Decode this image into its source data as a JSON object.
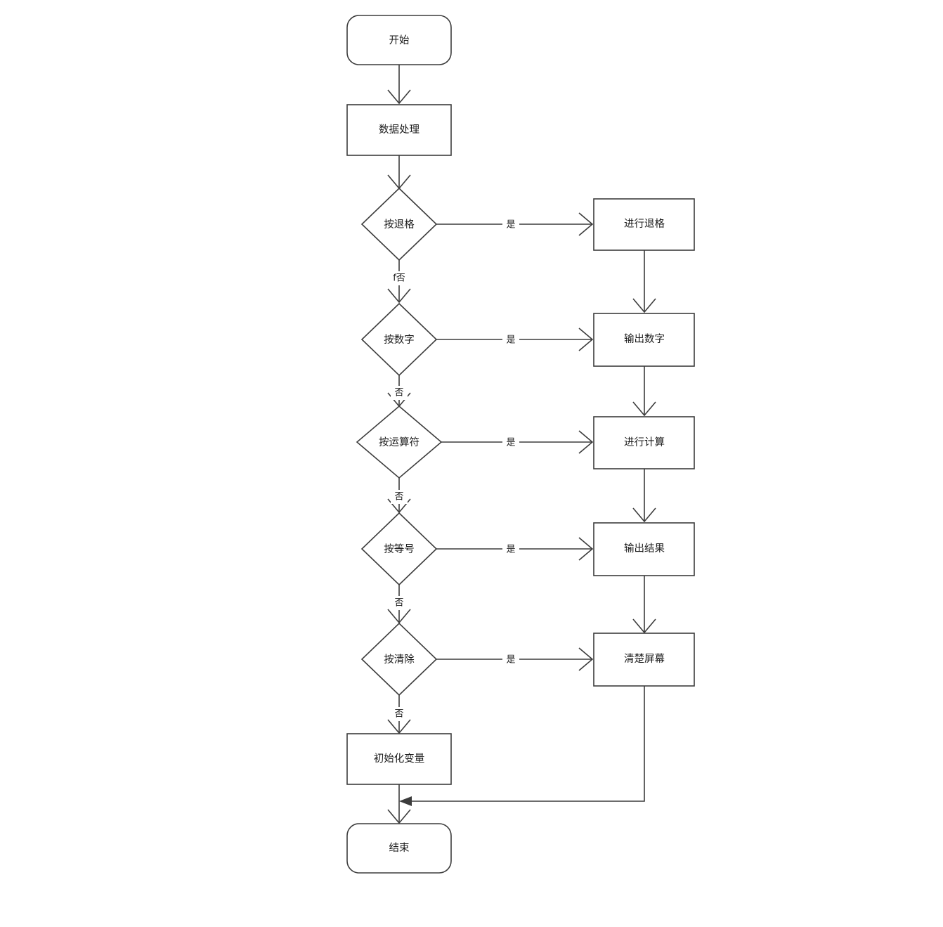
{
  "diagram": {
    "type": "flowchart",
    "title": "",
    "orientation": "top-to-bottom",
    "colors": {
      "stroke": "#3c3c3c",
      "fill": "#ffffff",
      "text": "#1a1a1a",
      "background": "#ffffff"
    },
    "nodes": [
      {
        "id": "start",
        "label": "开始",
        "shape": "rounded-rectangle"
      },
      {
        "id": "process",
        "label": "数据处理",
        "shape": "rectangle"
      },
      {
        "id": "dec1",
        "label": "按退格",
        "shape": "diamond"
      },
      {
        "id": "dec2",
        "label": "按数字",
        "shape": "diamond"
      },
      {
        "id": "dec3",
        "label": "按运算符",
        "shape": "diamond"
      },
      {
        "id": "dec4",
        "label": "按等号",
        "shape": "diamond"
      },
      {
        "id": "dec5",
        "label": "按清除",
        "shape": "diamond"
      },
      {
        "id": "act1",
        "label": "进行退格",
        "shape": "rectangle"
      },
      {
        "id": "act2",
        "label": "输出数字",
        "shape": "rectangle"
      },
      {
        "id": "act3",
        "label": "进行计算",
        "shape": "rectangle"
      },
      {
        "id": "act4",
        "label": "输出结果",
        "shape": "rectangle"
      },
      {
        "id": "act5",
        "label": "清楚屏幕",
        "shape": "rectangle"
      },
      {
        "id": "init",
        "label": "初始化变量",
        "shape": "rectangle"
      },
      {
        "id": "end",
        "label": "结束",
        "shape": "rounded-rectangle"
      }
    ],
    "edge_labels": {
      "yes": "是",
      "no": "否",
      "no_first": "f否"
    },
    "edges": [
      {
        "from": "start",
        "to": "process",
        "label": ""
      },
      {
        "from": "process",
        "to": "dec1",
        "label": ""
      },
      {
        "from": "dec1",
        "to": "act1",
        "label": "是"
      },
      {
        "from": "dec1",
        "to": "dec2",
        "label": "f否"
      },
      {
        "from": "dec2",
        "to": "act2",
        "label": "是"
      },
      {
        "from": "dec2",
        "to": "dec3",
        "label": "否"
      },
      {
        "from": "dec3",
        "to": "act3",
        "label": "是"
      },
      {
        "from": "dec3",
        "to": "dec4",
        "label": "否"
      },
      {
        "from": "dec4",
        "to": "act4",
        "label": "是"
      },
      {
        "from": "dec4",
        "to": "dec5",
        "label": "否"
      },
      {
        "from": "dec5",
        "to": "act5",
        "label": "是"
      },
      {
        "from": "dec5",
        "to": "init",
        "label": "否"
      },
      {
        "from": "act1",
        "to": "act2",
        "label": ""
      },
      {
        "from": "act2",
        "to": "act3",
        "label": ""
      },
      {
        "from": "act3",
        "to": "act4",
        "label": ""
      },
      {
        "from": "act4",
        "to": "act5",
        "label": ""
      },
      {
        "from": "init",
        "to": "end",
        "label": ""
      },
      {
        "from": "act5",
        "to": "end",
        "label": ""
      }
    ]
  }
}
